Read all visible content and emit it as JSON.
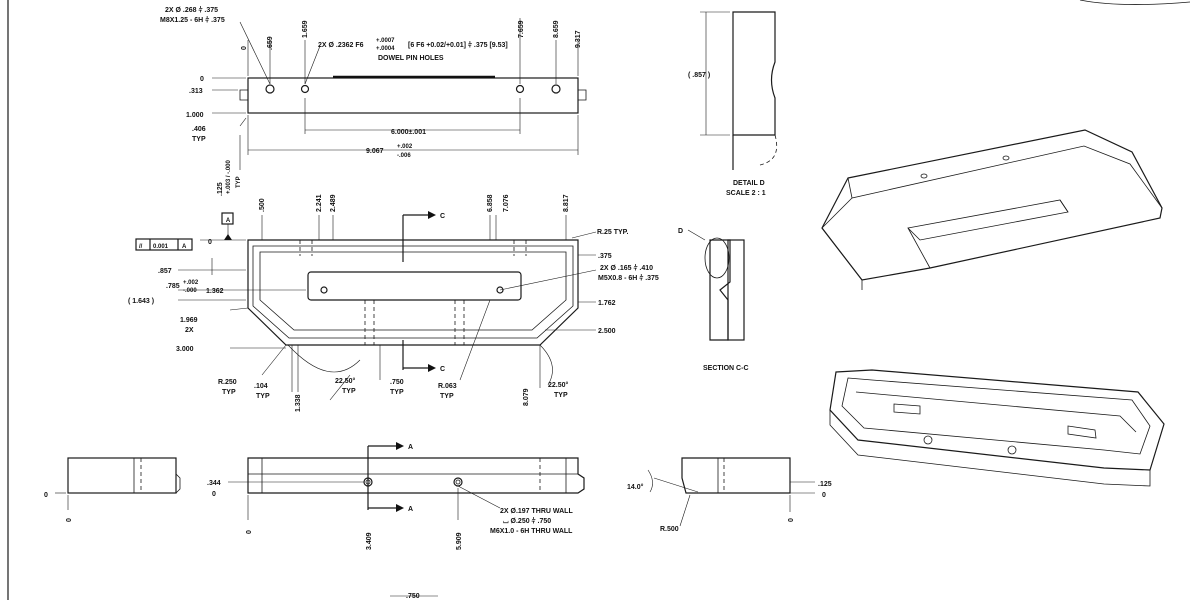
{
  "top_view": {
    "note_tapped_1": "2X Ø .268 ⫩ .375",
    "note_tapped_2": "M8X1.25 - 6H ⫩ .375",
    "note_dowel_1": "2X Ø .2362 F6",
    "note_dowel_tol_hi": "+.0007",
    "note_dowel_tol_lo": "+.0004",
    "note_dowel_metric": "[6 F6 +0.02/+0.01] ⫩ .375 [9.53]",
    "note_dowel_label": "DOWEL PIN HOLES",
    "ord_x": [
      "0",
      ".659",
      "1.659",
      "7.659",
      "8.659",
      "9.317"
    ],
    "ord_y": [
      "0",
      ".313",
      "1.000",
      ".406",
      "TYP"
    ],
    "dim_6000": "6.000±.001",
    "dim_9067": "9.067",
    "dim_9067_tol_hi": "+.002",
    "dim_9067_tol_lo": "-.006",
    "dim_125": ".125",
    "dim_125_tol": "+.003 / -.000",
    "dim_125_typ": "TYP"
  },
  "front_view": {
    "datum_a": "A",
    "ord_top": [
      ".500",
      "2.241",
      "2.489",
      "6.858",
      "7.076",
      "8.817"
    ],
    "ord_zero": "0",
    "fcf_parallel": "//",
    "fcf_value": "0.001",
    "fcf_datum": "A",
    "dim_857": ".857",
    "dim_785": ".785",
    "dim_785_tol_hi": "+.002",
    "dim_785_tol_lo": "-.000",
    "dim_1362": "1.362",
    "dim_1643": "( 1.643 )",
    "dim_1969": "1.969",
    "dim_2x": "2X",
    "dim_3000": "3.000",
    "dim_r25": "R.25 TYP.",
    "dim_375": ".375",
    "note_holes_1": "2X Ø .165 ⫩ .410",
    "note_holes_2": "M5X0.8 - 6H ⫩ .375",
    "dim_1762": "1.762",
    "dim_2500": "2.500",
    "section_c": "C",
    "dim_r250": "R.250",
    "dim_104": ".104",
    "dim_1338": "1.338",
    "dim_2250_a": "22.50°",
    "dim_750": ".750",
    "dim_r063": "R.063",
    "dim_8079": "8.079",
    "dim_2250_b": "22.50°",
    "typ": "TYP"
  },
  "detail_d": {
    "dim_857": "( .857 )",
    "title": "DETAIL D",
    "scale": "SCALE 2 : 1"
  },
  "section_cc": {
    "label_d": "D",
    "title": "SECTION C-C"
  },
  "bottom_view": {
    "zero": "0",
    "dim_344": ".344",
    "section_a": "A",
    "dim_3409": "3.409",
    "dim_5909": "5.909",
    "note_thru_1": "2X Ø.197 THRU WALL",
    "note_thru_2": "⌴ Ø.250 ⫩ .750",
    "note_thru_3": "M6X1.0 - 6H THRU WALL",
    "dim_bottom_750": ".750"
  },
  "side_view": {
    "angle": "14.0°",
    "radius": "R.500",
    "dim_125": ".125",
    "zero": "0"
  }
}
